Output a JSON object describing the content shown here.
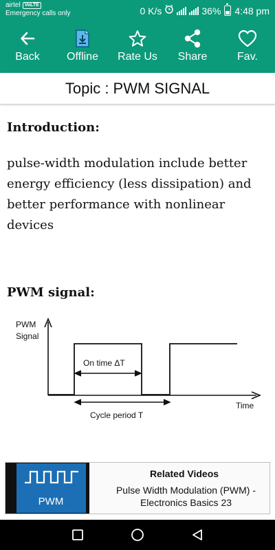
{
  "status_bar": {
    "carrier": "airtel",
    "carrier_badge": "VoLTE",
    "emergency_text": "Emergency calls only",
    "network_speed": "0 K/s",
    "battery_percent": "36%",
    "battery_level": 0.36,
    "time": "4:48 pm"
  },
  "toolbar": {
    "back_label": "Back",
    "offline_label": "Offline",
    "rate_label": "Rate Us",
    "share_label": "Share",
    "fav_label": "Fav."
  },
  "topic": {
    "title": "Topic : PWM SIGNAL"
  },
  "content": {
    "intro_heading": "Introduction:",
    "intro_text": "pulse-width modulation include better energy efficiency (less dissipation) and better performance with nonlinear devices",
    "pwm_heading": "PWM signal:"
  },
  "figure": {
    "y_axis_label_1": "PWM",
    "y_axis_label_2": "Signal",
    "on_time_label": "On time ΔT",
    "cycle_label": "Cycle period T",
    "time_label": "Time"
  },
  "related": {
    "header": "Related Videos",
    "video_title": "Pulse Width Modulation (PWM) - Electronics Basics 23",
    "thumb_text": "PWM"
  },
  "colors": {
    "primary": "#0b9a7a",
    "nav_bar": "#000000",
    "thumb_blue": "#1c6fb5"
  }
}
